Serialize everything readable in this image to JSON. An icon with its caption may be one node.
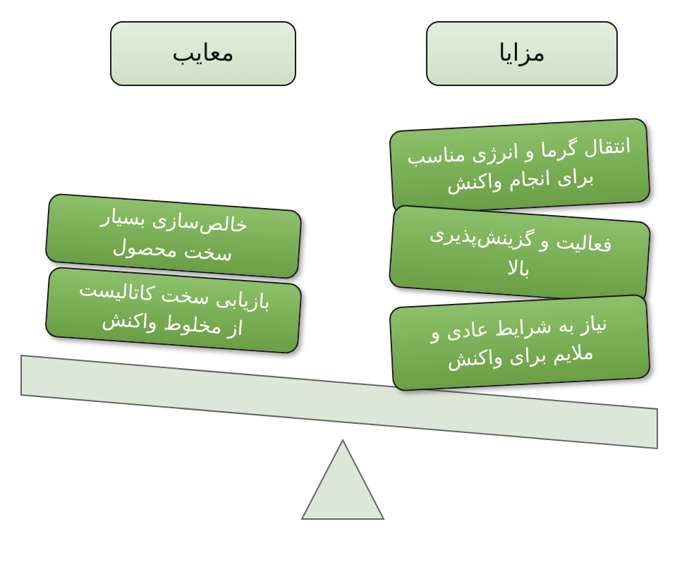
{
  "diagram": {
    "nodes": [
      {
        "text": [
          "معایب"
        ]
      },
      {
        "text": [
          "مزایا"
        ]
      },
      {
        "text": [
          "خالص‌سازی بسیار سخت محصول"
        ]
      },
      {
        "text": [
          "بازیابی سخت کاتالیست از مخلوط واکنش"
        ]
      },
      {
        "text": [
          "انتقال گرما و انرژی مناسب برای انجام واکنش"
        ]
      },
      {
        "text": [
          "فعالیت و گزینش‌پذیری بالا"
        ]
      },
      {
        "text": [
          "نیاز به شرایط عادی و ملایم برای واکنش"
        ]
      }
    ]
  }
}
